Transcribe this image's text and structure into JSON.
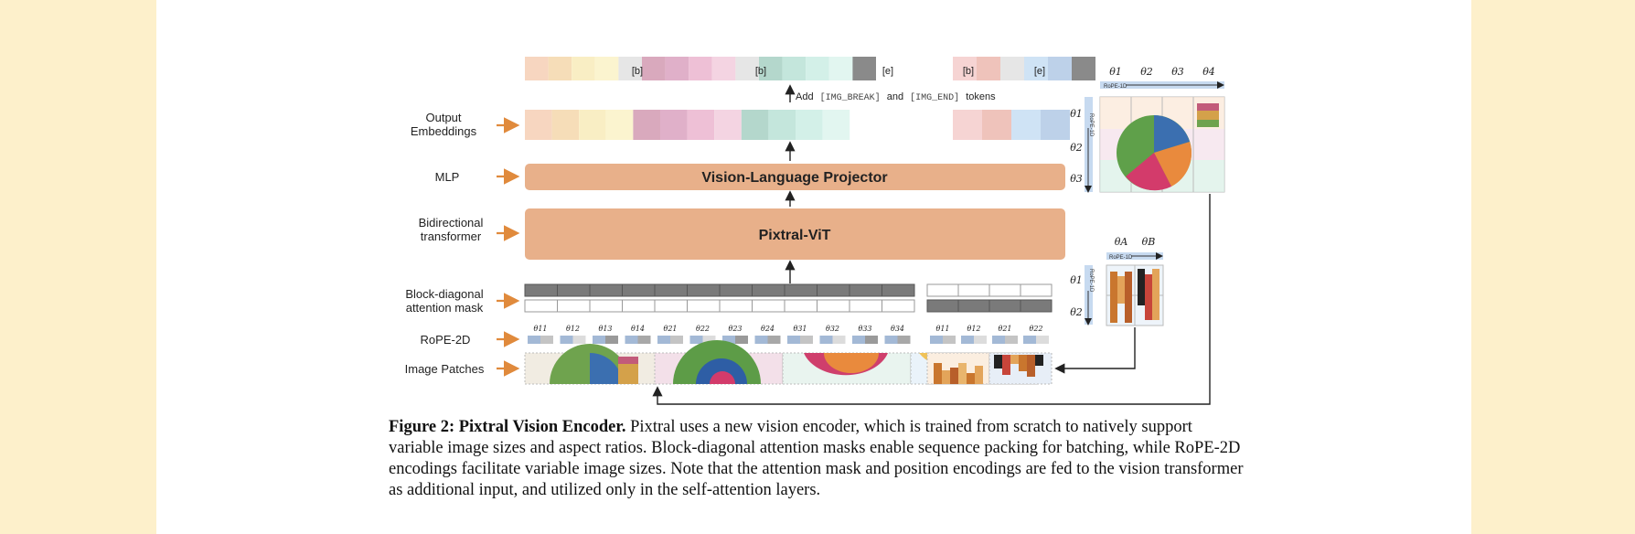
{
  "diagram": {
    "row_labels": {
      "output_embeddings": [
        "Output",
        "Embeddings"
      ],
      "mlp": "MLP",
      "bidirectional": [
        "Bidirectional",
        "transformer"
      ],
      "block_diag": [
        "Block-diagonal",
        "attention mask"
      ],
      "rope": "RoPE-2D",
      "patches": "Image Patches"
    },
    "projector_label": "Vision-Language Projector",
    "vit_label": "Pixtral-ViT",
    "add_tokens": {
      "prefix": "Add",
      "img_break": "[IMG_BREAK]",
      "and": "and",
      "img_end": "[IMG_END]",
      "suffix": "tokens"
    },
    "token_b": "[b]",
    "token_e": "[e]",
    "rope_thetas_1": [
      "θ11",
      "θ12",
      "θ13",
      "θ14",
      "θ21",
      "θ22",
      "θ23",
      "θ24",
      "θ31",
      "θ32",
      "θ33",
      "θ34"
    ],
    "rope_thetas_2": [
      "θ11",
      "θ12",
      "θ21",
      "θ22"
    ],
    "grid_large": {
      "cols": [
        "θ1",
        "θ2",
        "θ3",
        "θ4"
      ],
      "rows": [
        "θ1",
        "θ2",
        "θ3"
      ],
      "top_axis": "RoPE-1D",
      "side_axis": "RoPE-1D"
    },
    "grid_small": {
      "cols": [
        "θA",
        "θB"
      ],
      "rows": [
        "θ1",
        "θ2"
      ],
      "top_axis": "RoPE-1D",
      "side_axis": "RoPE-1D"
    },
    "colors": {
      "orange_box": "#e8b08a",
      "arrow_orange": "#e08a3c",
      "peach": "#f6d3bd",
      "mauve": "#d4a3b6",
      "teal": "#b8dcd2",
      "blue": "#b7cde6",
      "dark_gray": "#7a7a7a"
    }
  },
  "caption": {
    "label": "Figure 2: Pixtral Vision Encoder.",
    "text": " Pixtral uses a new vision encoder, which is trained from scratch to natively support variable image sizes and aspect ratios. Block-diagonal attention masks enable sequence packing for batching, while RoPE-2D encodings facilitate variable image sizes. Note that the attention mask and position encodings are fed to the vision transformer as additional input, and utilized only in the self-attention layers."
  }
}
